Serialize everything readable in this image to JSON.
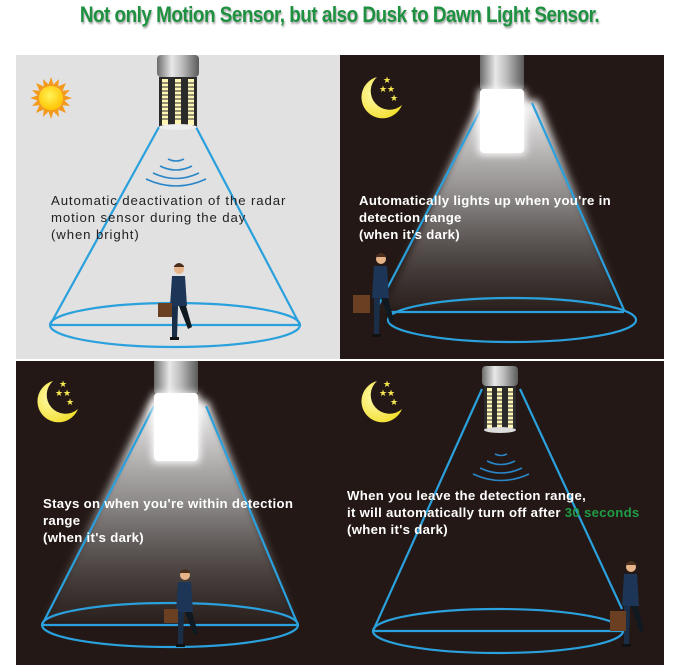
{
  "headline": {
    "text": "Not only Motion Sensor, but also Dusk to Dawn Light Sensor.",
    "color": "#1e9140"
  },
  "colors": {
    "day_background": "#e1e1e1",
    "night_background": "#231815",
    "beam_outline": "#2aa0dc",
    "sun": "#ffd400",
    "moon": "#f5e850",
    "accent_green": "#1f9b46"
  },
  "panels": [
    {
      "id": "day",
      "icon": "sun-icon",
      "bulb_state": "off",
      "radar_waves": true,
      "person_position": "center",
      "caption": {
        "line1": "Automatic deactivation of the radar",
        "line2": "motion sensor during the day",
        "line3": "(when bright)"
      }
    },
    {
      "id": "night-entering",
      "icon": "moon-stars-icon",
      "bulb_state": "on",
      "radar_waves": false,
      "person_position": "left-edge",
      "caption": {
        "line1": "Automatically lights up when you're in",
        "line2": "detection range",
        "line3": "(when it's dark)"
      }
    },
    {
      "id": "night-inside",
      "icon": "moon-stars-icon",
      "bulb_state": "on",
      "radar_waves": false,
      "person_position": "center",
      "caption": {
        "line1": "Stays on when you're within detection",
        "line2": "range",
        "line3": "(when it's dark)"
      }
    },
    {
      "id": "night-leaving",
      "icon": "moon-stars-icon",
      "bulb_state": "off",
      "radar_waves": true,
      "person_position": "right-edge",
      "caption": {
        "line1": "When you leave the detection range,",
        "line2_prefix": "it will automatically turn off after ",
        "line2_highlight": "30 seconds",
        "line3": "(when it's dark)"
      }
    }
  ]
}
